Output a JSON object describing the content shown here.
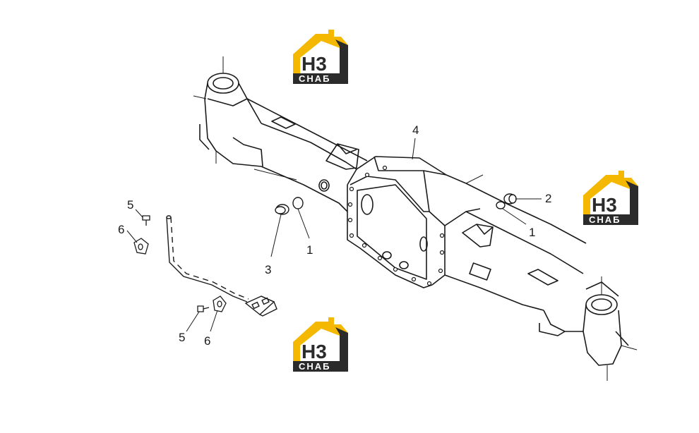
{
  "logo": {
    "top_text": "H3",
    "bottom_text": "СНАБ",
    "colors": {
      "roof": "#f5b800",
      "dark": "#2b2b2b",
      "text_light": "#ffffff"
    }
  },
  "callouts": {
    "c1a": "1",
    "c1b": "1",
    "c2": "2",
    "c3": "3",
    "c4": "4",
    "c5a": "5",
    "c5b": "5",
    "c6a": "6",
    "c6b": "6"
  },
  "colors": {
    "line": "#1a1a1a",
    "bg": "#ffffff"
  }
}
